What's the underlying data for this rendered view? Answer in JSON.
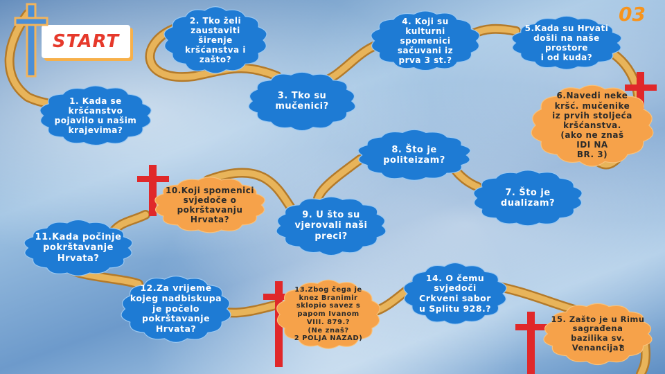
{
  "header": {
    "badge": "03",
    "start_label": "START"
  },
  "colors": {
    "cloud_blue": "#1e7bd4",
    "cloud_orange": "#f6a24a",
    "path": "#d69a3a",
    "cross_red": "#e0282a"
  },
  "stations": [
    {
      "id": "q1",
      "text": "1. Kada se\nkršćanstvo\npojavilo u našim\nkrajevima?",
      "style": "blue"
    },
    {
      "id": "q2",
      "text": "2. Tko želi\nzaustaviti\nširenje\nkršćanstva i\nzašto?",
      "style": "blue"
    },
    {
      "id": "q3",
      "text": "3. Tko su\nmučenici?",
      "style": "blue"
    },
    {
      "id": "q4",
      "text": "4. Koji su\nkulturni\nspomenici\nsačuvani iz\nprva 3 st.?",
      "style": "blue"
    },
    {
      "id": "q5",
      "text": "5.Kada su Hrvati\ndošli na naše\nprostore\ni od kuda?",
      "style": "blue"
    },
    {
      "id": "q6",
      "text": "6.Navedi neke\nkršć. mučenike\niz prvih stoljeća\nkršćanstva.\n(ako ne znaš\nIDI NA\nBR. 3)",
      "style": "orange"
    },
    {
      "id": "q7",
      "text": "7. Što je\ndualizam?",
      "style": "blue"
    },
    {
      "id": "q8",
      "text": "8. Što je\npoliteizam?",
      "style": "blue"
    },
    {
      "id": "q9",
      "text": "9. U što su\nvjerovali naši\npreci?",
      "style": "blue"
    },
    {
      "id": "q10",
      "text": "10.Koji spomenici\nsvjedoče o\npokrštavanju\nHrvata?",
      "style": "orange"
    },
    {
      "id": "q11",
      "text": "11.Kada počinje\npokrštavanje\nHrvata?",
      "style": "blue"
    },
    {
      "id": "q12",
      "text": "12.Za vrijeme\nkojeg nadbiskupa\nje počelo\npokrštavanje\nHrvata?",
      "style": "blue"
    },
    {
      "id": "q13",
      "text": "13.Zbog čega je\nknez Branimir\nsklopio savez s\npapom Ivanom\nVIII. 879.?\n(Ne znaš?\n2 POLJA NAZAD)",
      "style": "orange"
    },
    {
      "id": "q14",
      "text": "14. O čemu\nsvjedoči\nCrkveni sabor\nu Splitu 928.?",
      "style": "blue"
    },
    {
      "id": "q15",
      "text": "15. Zašto je u Rimu\nsagrađena\nbazilika sv.\nVenancija?",
      "style": "orange"
    }
  ],
  "page_number": "8"
}
